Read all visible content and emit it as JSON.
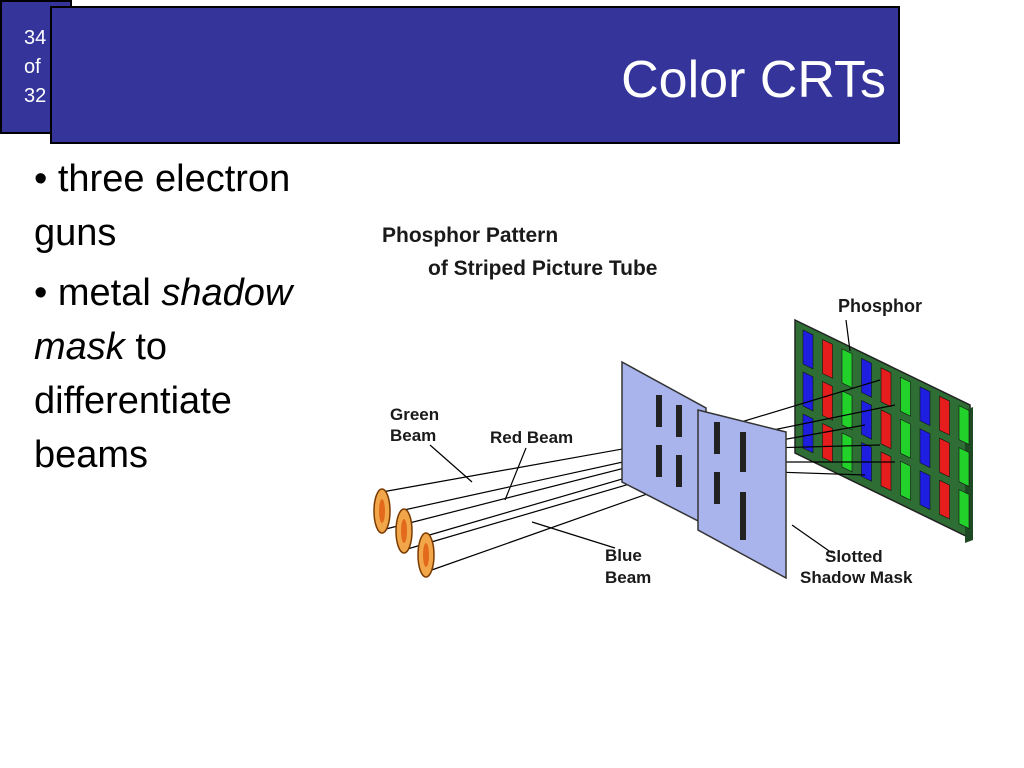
{
  "slide": {
    "counter": [
      "34",
      "of",
      "32"
    ],
    "title": "Color CRTs"
  },
  "bullets": [
    {
      "text": "• three electron guns"
    },
    {
      "pre": "• metal ",
      "italic": "shadow mask",
      "post": " to differentiate beams"
    }
  ],
  "diagram": {
    "heading_line1": "Phosphor Pattern",
    "heading_line2": "of Striped Picture Tube",
    "label_phosphor": "Phosphor",
    "label_green_line1": "Green",
    "label_green_line2": "Beam",
    "label_red": "Red Beam",
    "label_blue_line1": "Blue",
    "label_blue_line2": "Beam",
    "label_mask_line1": "Slotted",
    "label_mask_line2": "Shadow Mask",
    "colors": {
      "red_phosphor": "#e51d1d",
      "green_phosphor": "#22d12a",
      "blue_phosphor": "#1e1ee0",
      "mask": "#a9b4ec",
      "gun": "#f2a64a",
      "slide_bar": "#34349a"
    }
  }
}
